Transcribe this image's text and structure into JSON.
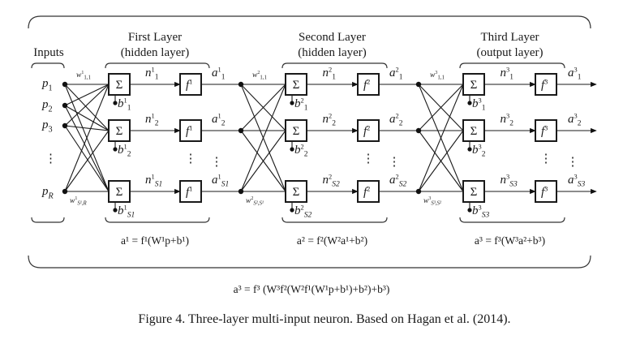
{
  "inputs": {
    "title": "Inputs",
    "items": [
      {
        "base": "p",
        "sub": "1"
      },
      {
        "base": "p",
        "sub": "2"
      },
      {
        "base": "p",
        "sub": "3"
      },
      {
        "base": "⋮",
        "sub": ""
      },
      {
        "base": "p",
        "sub": "R"
      }
    ]
  },
  "layers": [
    {
      "title": "First Layer",
      "subtitle": "(hidden layer)",
      "sum_symbol": "Σ",
      "weight_first": {
        "base": "w",
        "sup": "1",
        "sub": "1,1"
      },
      "weight_last": {
        "base": "w",
        "sup": "1",
        "sub": "S¹,R"
      },
      "neurons": [
        {
          "n": {
            "sup": "1",
            "sub": "1"
          },
          "f": {
            "sup": "1"
          },
          "b": {
            "sup": "1",
            "sub": "1"
          },
          "a": {
            "sup": "1",
            "sub": "1"
          }
        },
        {
          "n": {
            "sup": "1",
            "sub": "2"
          },
          "f": {
            "sup": "1"
          },
          "b": {
            "sup": "1",
            "sub": "2"
          },
          "a": {
            "sup": "1",
            "sub": "2"
          }
        },
        {
          "n": {
            "sup": "1",
            "sub": "S1"
          },
          "f": {
            "sup": "1"
          },
          "b": {
            "sup": "1",
            "sub": "S1"
          },
          "a": {
            "sup": "1",
            "sub": "S1"
          }
        }
      ],
      "equation": "a¹ = f¹(W¹p+b¹)"
    },
    {
      "title": "Second Layer",
      "subtitle": "(hidden layer)",
      "sum_symbol": "Σ",
      "weight_first": {
        "base": "w",
        "sup": "2",
        "sub": "1,1"
      },
      "weight_last": {
        "base": "w",
        "sup": "2",
        "sub": "S²,S¹"
      },
      "neurons": [
        {
          "n": {
            "sup": "2",
            "sub": "1"
          },
          "f": {
            "sup": "2"
          },
          "b": {
            "sup": "2",
            "sub": "1"
          },
          "a": {
            "sup": "2",
            "sub": "1"
          }
        },
        {
          "n": {
            "sup": "2",
            "sub": "2"
          },
          "f": {
            "sup": "2"
          },
          "b": {
            "sup": "2",
            "sub": "2"
          },
          "a": {
            "sup": "2",
            "sub": "2"
          }
        },
        {
          "n": {
            "sup": "2",
            "sub": "S2"
          },
          "f": {
            "sup": "2"
          },
          "b": {
            "sup": "2",
            "sub": "S2"
          },
          "a": {
            "sup": "2",
            "sub": "S2"
          }
        }
      ],
      "equation": "a² = f²(W²a¹+b²)"
    },
    {
      "title": "Third Layer",
      "subtitle": "(output layer)",
      "sum_symbol": "Σ",
      "weight_first": {
        "base": "w",
        "sup": "3",
        "sub": "1,1"
      },
      "weight_last": {
        "base": "w",
        "sup": "3",
        "sub": "S³,S²"
      },
      "neurons": [
        {
          "n": {
            "sup": "3",
            "sub": "1"
          },
          "f": {
            "sup": "3"
          },
          "b": {
            "sup": "3",
            "sub": "1"
          },
          "a": {
            "sup": "3",
            "sub": "1"
          }
        },
        {
          "n": {
            "sup": "3",
            "sub": "2"
          },
          "f": {
            "sup": "3"
          },
          "b": {
            "sup": "3",
            "sub": "2"
          },
          "a": {
            "sup": "3",
            "sub": "2"
          }
        },
        {
          "n": {
            "sup": "3",
            "sub": "S3"
          },
          "f": {
            "sup": "3"
          },
          "b": {
            "sup": "3",
            "sub": "S3"
          },
          "a": {
            "sup": "3",
            "sub": "S3"
          }
        }
      ],
      "equation": "a³ = f³(W³a²+b³)"
    }
  ],
  "symbols": {
    "n": "n",
    "f": "f",
    "b": "b",
    "a": "a",
    "ellipsis": "⋮"
  },
  "overall_equation": "a³ = f³ (W³f²(W²f¹(W¹p+b¹)+b²)+b³)",
  "caption": "Figure 4. Three-layer multi-input neuron. Based on Hagan et al. (2014)."
}
